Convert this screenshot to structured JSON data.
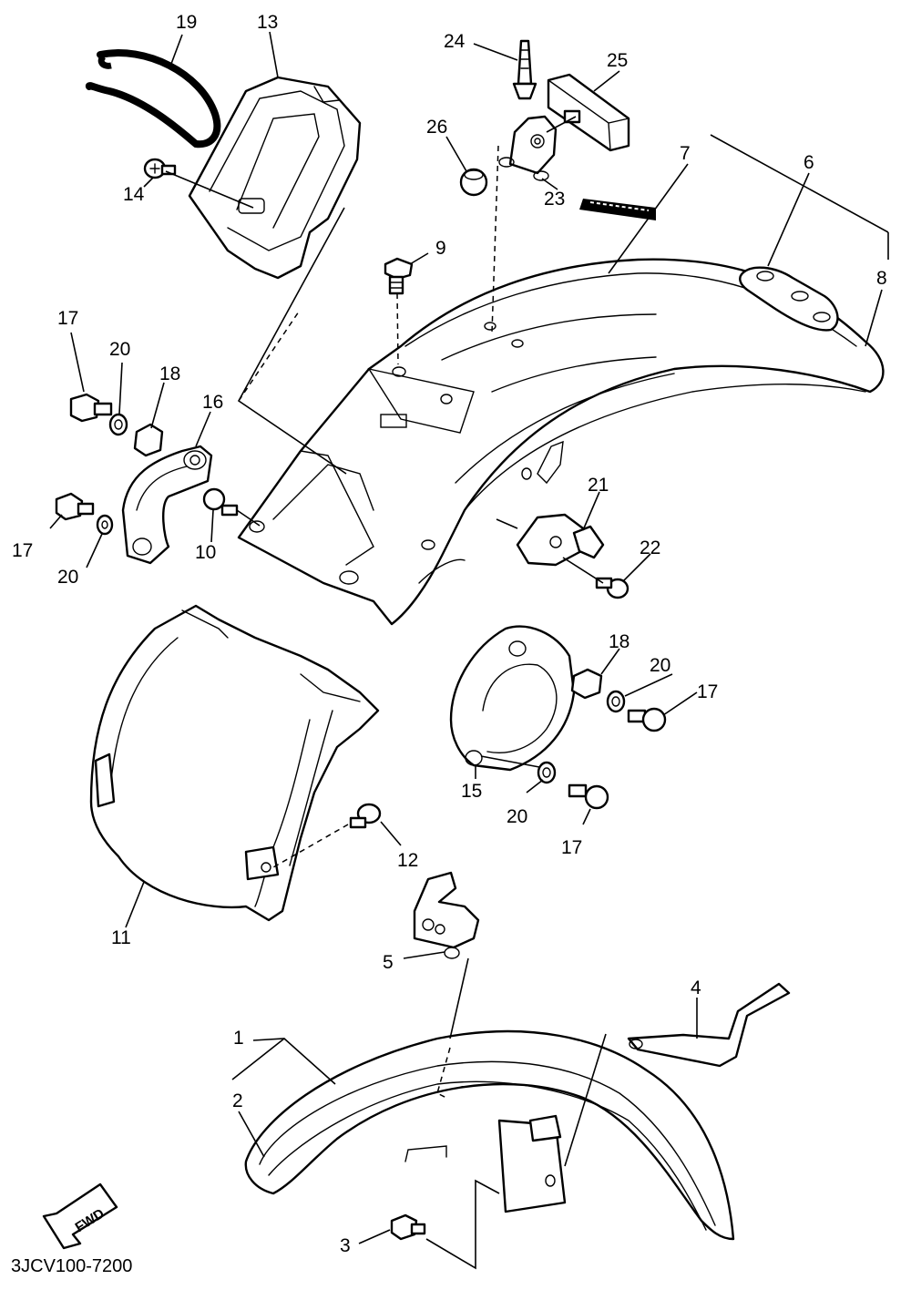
{
  "callouts": {
    "c1": "1",
    "c2": "2",
    "c3": "3",
    "c4": "4",
    "c5": "5",
    "c6": "6",
    "c7": "7",
    "c8": "8",
    "c9": "9",
    "c10": "10",
    "c11": "11",
    "c12": "12",
    "c13": "13",
    "c14": "14",
    "c15": "15",
    "c16": "16",
    "c17a": "17",
    "c17b": "17",
    "c17c": "17",
    "c17d": "17",
    "c18a": "18",
    "c18b": "18",
    "c19": "19",
    "c20a": "20",
    "c20b": "20",
    "c20c": "20",
    "c20d": "20",
    "c21": "21",
    "c22": "22",
    "c23": "23",
    "c24": "24",
    "c25": "25",
    "c26": "26"
  },
  "fwd_label": "FWD",
  "diagram_code": "3JCV100-7200"
}
